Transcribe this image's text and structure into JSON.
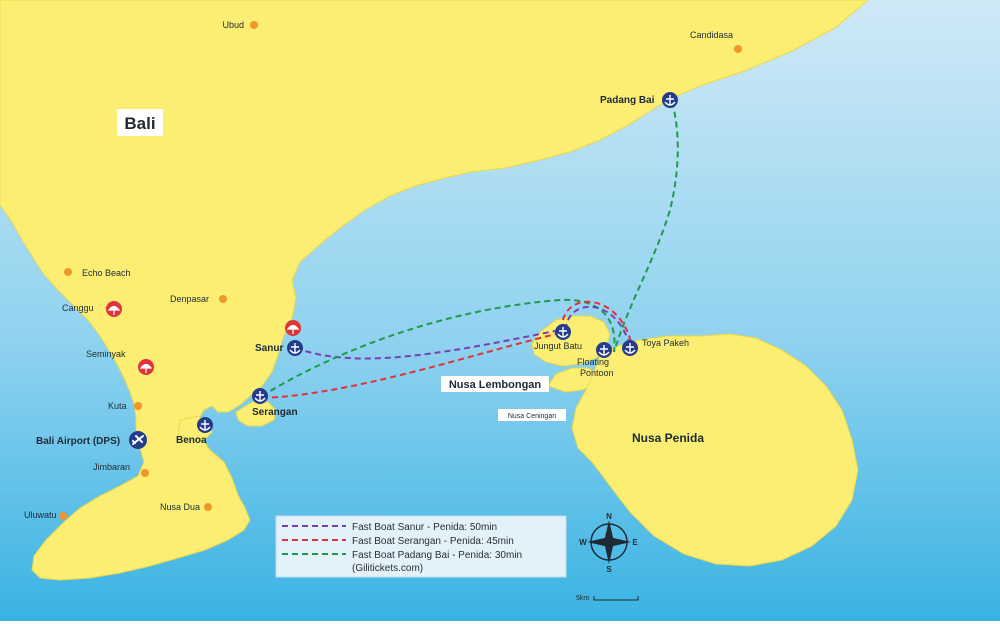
{
  "map": {
    "title": "Bali",
    "colors": {
      "sea_top": "#cfe9f6",
      "sea_bottom": "#3ab3e3",
      "land": "#fbee73",
      "land_stroke": "#e8d84c",
      "town_dot": "#f0962a",
      "port_icon": "#253b8c",
      "beach_icon": "#e0343b",
      "route_sanur": "#7a3fb0",
      "route_serangan": "#e0323b",
      "route_padangbai": "#1e9a4a"
    },
    "places": {
      "ubud": "Ubud",
      "candidasa": "Candidasa",
      "echo_beach": "Echo Beach",
      "canggu": "Canggu",
      "denpasar": "Denpasar",
      "seminyak": "Seminyak",
      "kuta": "Kuta",
      "jimbaran": "Jimbaran",
      "uluwatu": "Uluwatu",
      "nusa_dua": "Nusa Dua",
      "airport": "Bali Airport (DPS)"
    },
    "ports": {
      "padang_bai": "Padang Bai",
      "sanur": "Sanur",
      "serangan": "Serangan",
      "benoa": "Benoa",
      "jungut_batu": "Jungut Batu",
      "floating_pontoon_1": "Floating",
      "floating_pontoon_2": "Pontoon",
      "toya_pakeh": "Toya Pakeh"
    },
    "islands": {
      "nusa_lembongan": "Nusa Lembongan",
      "nusa_ceningan": "Nusa Ceningan",
      "nusa_penida": "Nusa Penida"
    },
    "legend": {
      "sanur": "Fast Boat Sanur  - Penida: 50min",
      "serangan": "Fast Boat Serangan  - Penida: 45min",
      "padangbai": "Fast Boat Padang Bai  - Penida: 30min",
      "source": "(Gilitickets.com)"
    },
    "compass": {
      "n": "N",
      "s": "S",
      "e": "E",
      "w": "W"
    },
    "scale": "5km"
  }
}
